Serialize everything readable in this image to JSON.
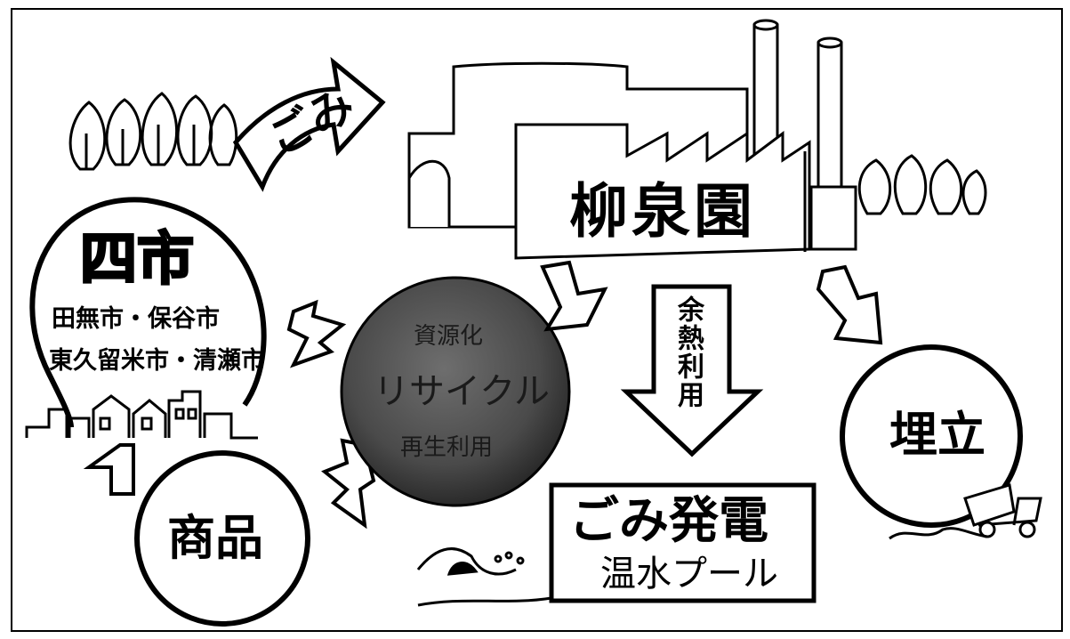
{
  "arrow_label": "ごみ",
  "plant": {
    "name": "柳泉園"
  },
  "cities": {
    "title": "四市",
    "line1": "田無市・保谷市",
    "line2": "東久留米市・清瀬市"
  },
  "recycle": {
    "line1": "資源化",
    "line2": "リサイクル",
    "line3": "再生利用"
  },
  "heat": {
    "label": "余熱利用"
  },
  "power": {
    "title": "ごみ発電",
    "subtitle": "温水プール"
  },
  "landfill": {
    "label": "埋立"
  },
  "goods": {
    "label": "商品"
  }
}
